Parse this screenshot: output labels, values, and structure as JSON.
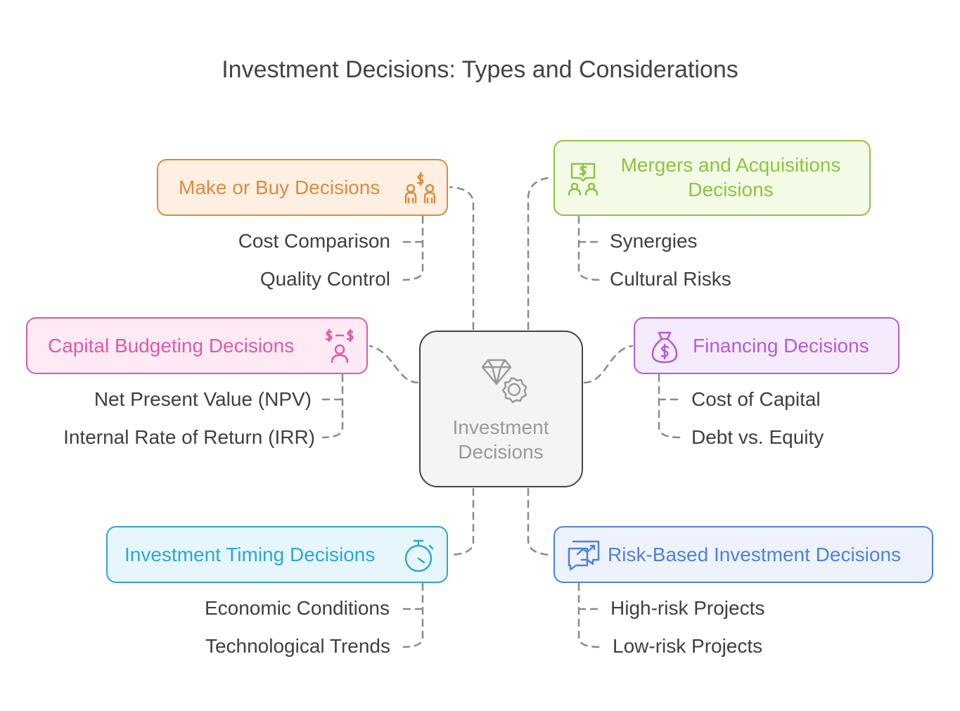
{
  "title": "Investment Decisions: Types and Considerations",
  "center": {
    "label": "Investment Decisions",
    "icon": "diamond-gear-icon"
  },
  "branches": {
    "make_buy": {
      "label": "Make or Buy Decisions",
      "icon": "people-dollar-icon",
      "color": "#e08a3a",
      "items": [
        "Cost Comparison",
        "Quality Control"
      ]
    },
    "mergers": {
      "label": "Mergers and Acquisitions Decisions",
      "icon": "people-money-board-icon",
      "color": "#8cc63f",
      "items": [
        "Synergies",
        "Cultural Risks"
      ]
    },
    "capital": {
      "label": "Capital Budgeting Decisions",
      "icon": "person-dollar-exchange-icon",
      "color": "#e05aa6",
      "items": [
        "Net Present Value (NPV)",
        "Internal Rate of Return (IRR)"
      ]
    },
    "financing": {
      "label": "Financing Decisions",
      "icon": "money-bag-icon",
      "color": "#b55ad9",
      "items": [
        "Cost of Capital",
        "Debt vs. Equity"
      ]
    },
    "timing": {
      "label": "Investment Timing Decisions",
      "icon": "stopwatch-icon",
      "color": "#2aa8d6",
      "items": [
        "Economic Conditions",
        "Technological Trends"
      ]
    },
    "risk": {
      "label": "Risk-Based Investment Decisions",
      "icon": "chart-chat-icon",
      "color": "#4f82db",
      "items": [
        "High-risk Projects",
        "Low-risk Projects"
      ]
    }
  },
  "connector_color": "#8a8a8a"
}
